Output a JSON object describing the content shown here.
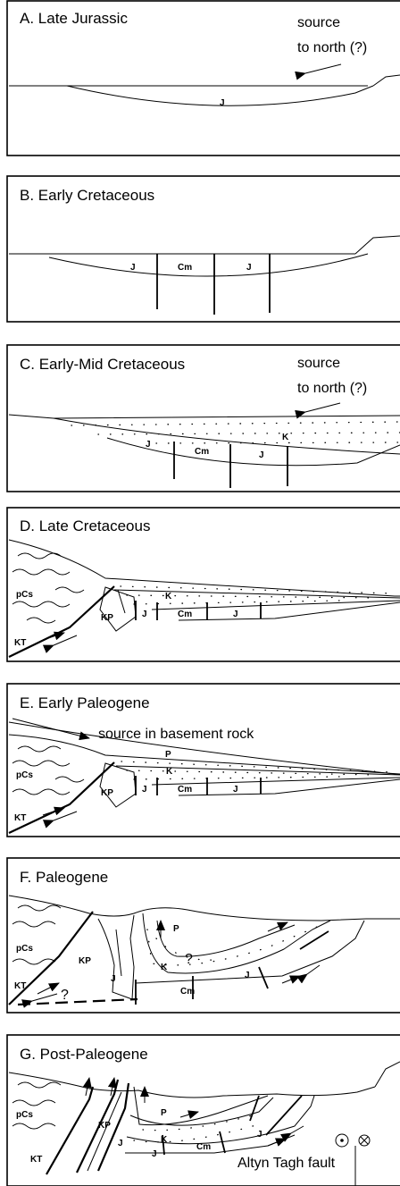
{
  "panels": [
    {
      "title": "A. Late Jurassic",
      "note_line1": "source",
      "note_line2": "to north (?)",
      "units": [
        "J"
      ]
    },
    {
      "title": "B. Early Cretaceous",
      "units": [
        "J",
        "Cm",
        "J"
      ]
    },
    {
      "title": "C. Early-Mid Cretaceous",
      "note_line1": "source",
      "note_line2": "to north (?)",
      "units": [
        "J",
        "Cm",
        "J",
        "K"
      ]
    },
    {
      "title": "D. Late Cretaceous",
      "units": [
        "pCs",
        "KP",
        "KT",
        "J",
        "Cm",
        "J",
        "K"
      ]
    },
    {
      "title": "E. Early Paleogene",
      "note_line1": "source in basement rock",
      "units": [
        "pCs",
        "KP",
        "KT",
        "J",
        "Cm",
        "J",
        "K",
        "P"
      ]
    },
    {
      "title": "F. Paleogene",
      "units": [
        "pCs",
        "KP",
        "KT",
        "J",
        "Cm",
        "J",
        "K",
        "P"
      ],
      "queries": [
        "?",
        "?"
      ]
    },
    {
      "title": "G. Post-Paleogene",
      "units": [
        "pCs",
        "KP",
        "KT",
        "J",
        "J",
        "Cm",
        "J",
        "K",
        "P"
      ],
      "fault_label": "Altyn Tagh fault"
    }
  ]
}
